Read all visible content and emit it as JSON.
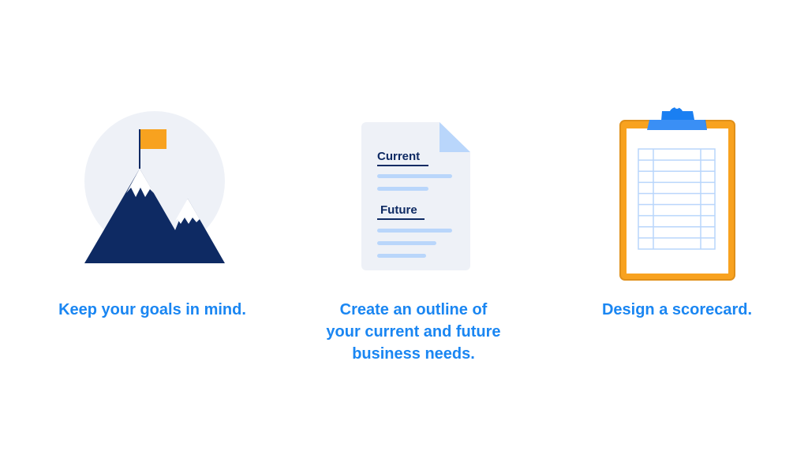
{
  "items": [
    {
      "caption": "Keep your goals in mind.",
      "icon": "mountain-flag-icon"
    },
    {
      "caption_lines": [
        "Create an outline of",
        "your current and future",
        "business needs."
      ],
      "icon": "document-icon",
      "doc_headings": [
        "Current",
        "Future"
      ]
    },
    {
      "caption": "Design a scorecard.",
      "icon": "clipboard-icon"
    }
  ],
  "colors": {
    "caption": "#1a86f2",
    "navy": "#0e2a63",
    "orange": "#f8a21f",
    "light": "#eef1f7",
    "blue": "#1a7ff2",
    "pale_blue": "#b9d6fb"
  }
}
